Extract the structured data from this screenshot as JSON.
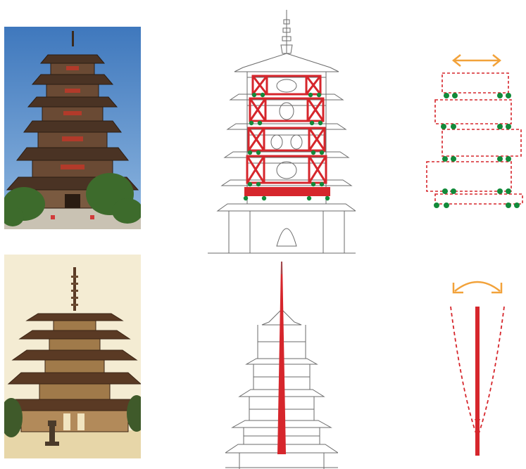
{
  "figure": {
    "rows": [
      {
        "id": "top",
        "photo": {
          "subject": "wooden-pagoda-photo",
          "sky": "#4f86c6"
        },
        "section": {
          "subject": "pagoda-section-drawing",
          "structure": "stacked-frame-with-cross-braces"
        },
        "schematic": {
          "subject": "shear-sway-diagram",
          "motion": "horizontal-sliding-arrow"
        }
      },
      {
        "id": "bottom",
        "photo": {
          "subject": "five-storey-pagoda-photo",
          "sky": "#f4ecd3"
        },
        "section": {
          "subject": "pagoda-section-drawing-central-pillar",
          "structure": "central-column"
        },
        "schematic": {
          "subject": "central-pillar-sway-diagram",
          "motion": "curved-rocking-arrow"
        }
      }
    ],
    "colors": {
      "structure_red": "#d6262c",
      "joint_green": "#128a3a",
      "motion_orange": "#f2a23a",
      "line_gray": "#6b6b6b"
    }
  }
}
